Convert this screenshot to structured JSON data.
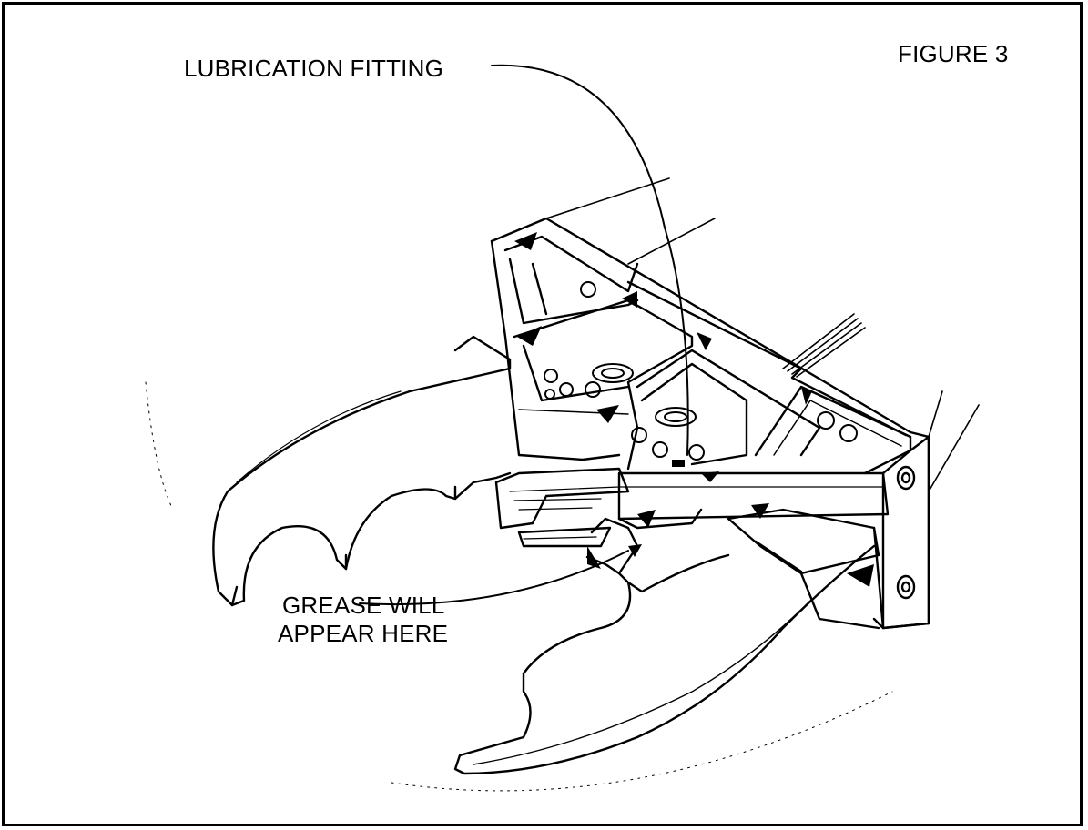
{
  "figure": {
    "title": "FIGURE 3"
  },
  "callouts": {
    "lubrication_fitting": "LUBRICATION FITTING",
    "grease_line1": "GREASE WILL",
    "grease_line2": "APPEAR HERE"
  },
  "colors": {
    "ink": "#000000",
    "paper": "#ffffff"
  }
}
